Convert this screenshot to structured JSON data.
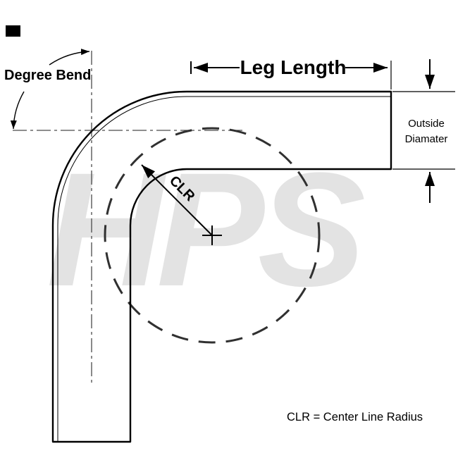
{
  "labels": {
    "degree_bend": "Degree Bend",
    "leg_length": "Leg Length",
    "outside_diameter_line1": "Outside",
    "outside_diameter_line2": "Diamater",
    "clr": "CLR",
    "clr_note": "CLR = Center Line Radius",
    "watermark": "HPS"
  },
  "colors": {
    "line": "#000000",
    "centerline": "#4a4a4a",
    "dashed_circle": "#303030",
    "watermark": "#e3e3e3",
    "background": "#ffffff"
  }
}
